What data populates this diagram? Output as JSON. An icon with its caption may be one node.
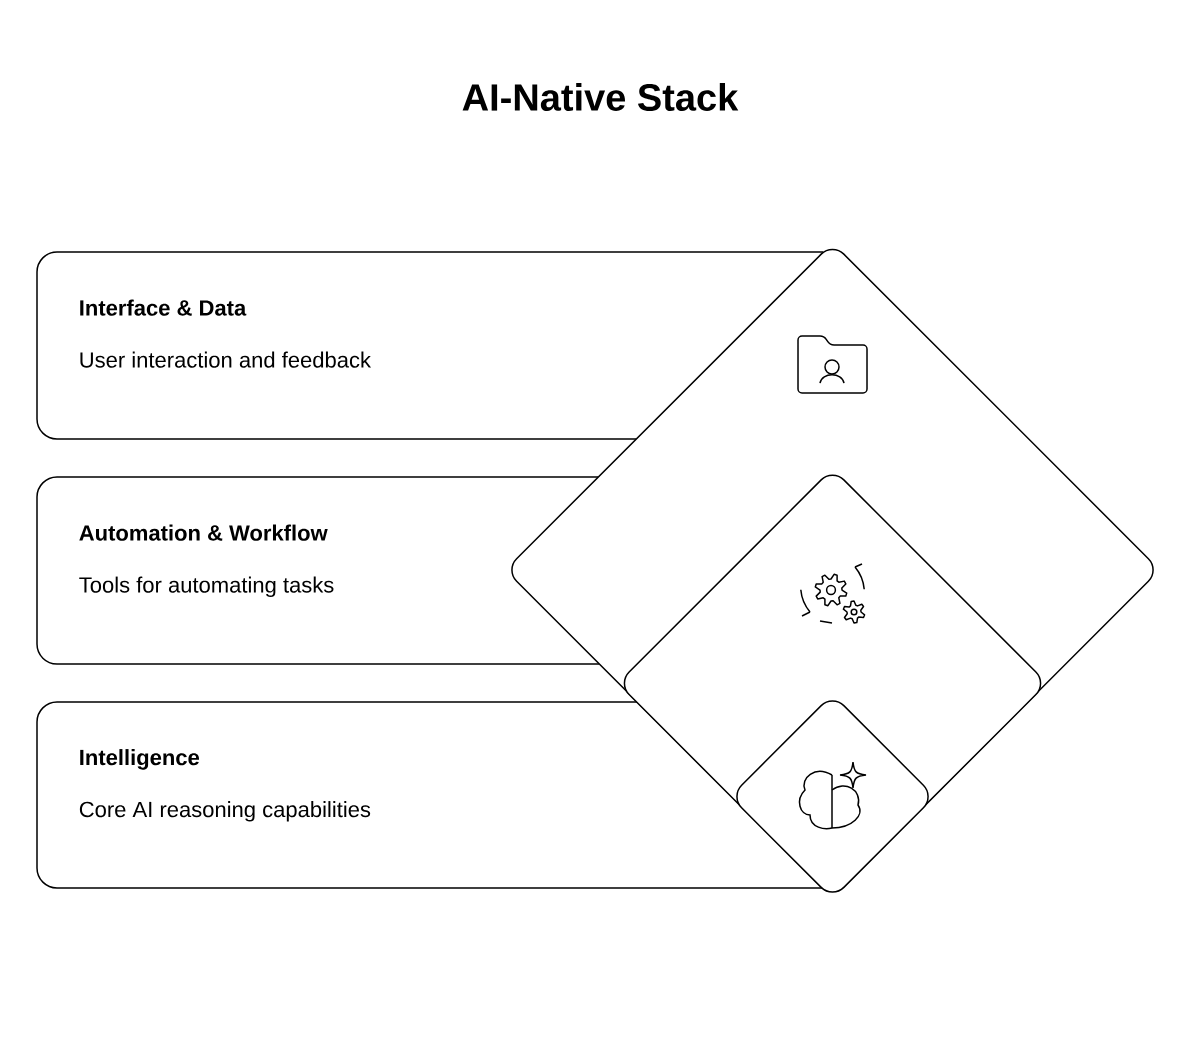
{
  "diagram": {
    "title": "AI-Native Stack",
    "nodes": [
      {
        "text": [
          "Interface & Data",
          "User interaction and feedback"
        ]
      },
      {
        "text": [
          "Automation & Workflow",
          "Tools for automating tasks"
        ]
      },
      {
        "text": [
          "Intelligence",
          "Core AI reasoning capabilities"
        ]
      },
      {
        "text": [],
        "shape": "diamond"
      },
      {
        "text": [],
        "shape": "diamond",
        "in": 3
      },
      {
        "text": [],
        "shape": "diamond",
        "in": 4
      }
    ],
    "edges": []
  }
}
